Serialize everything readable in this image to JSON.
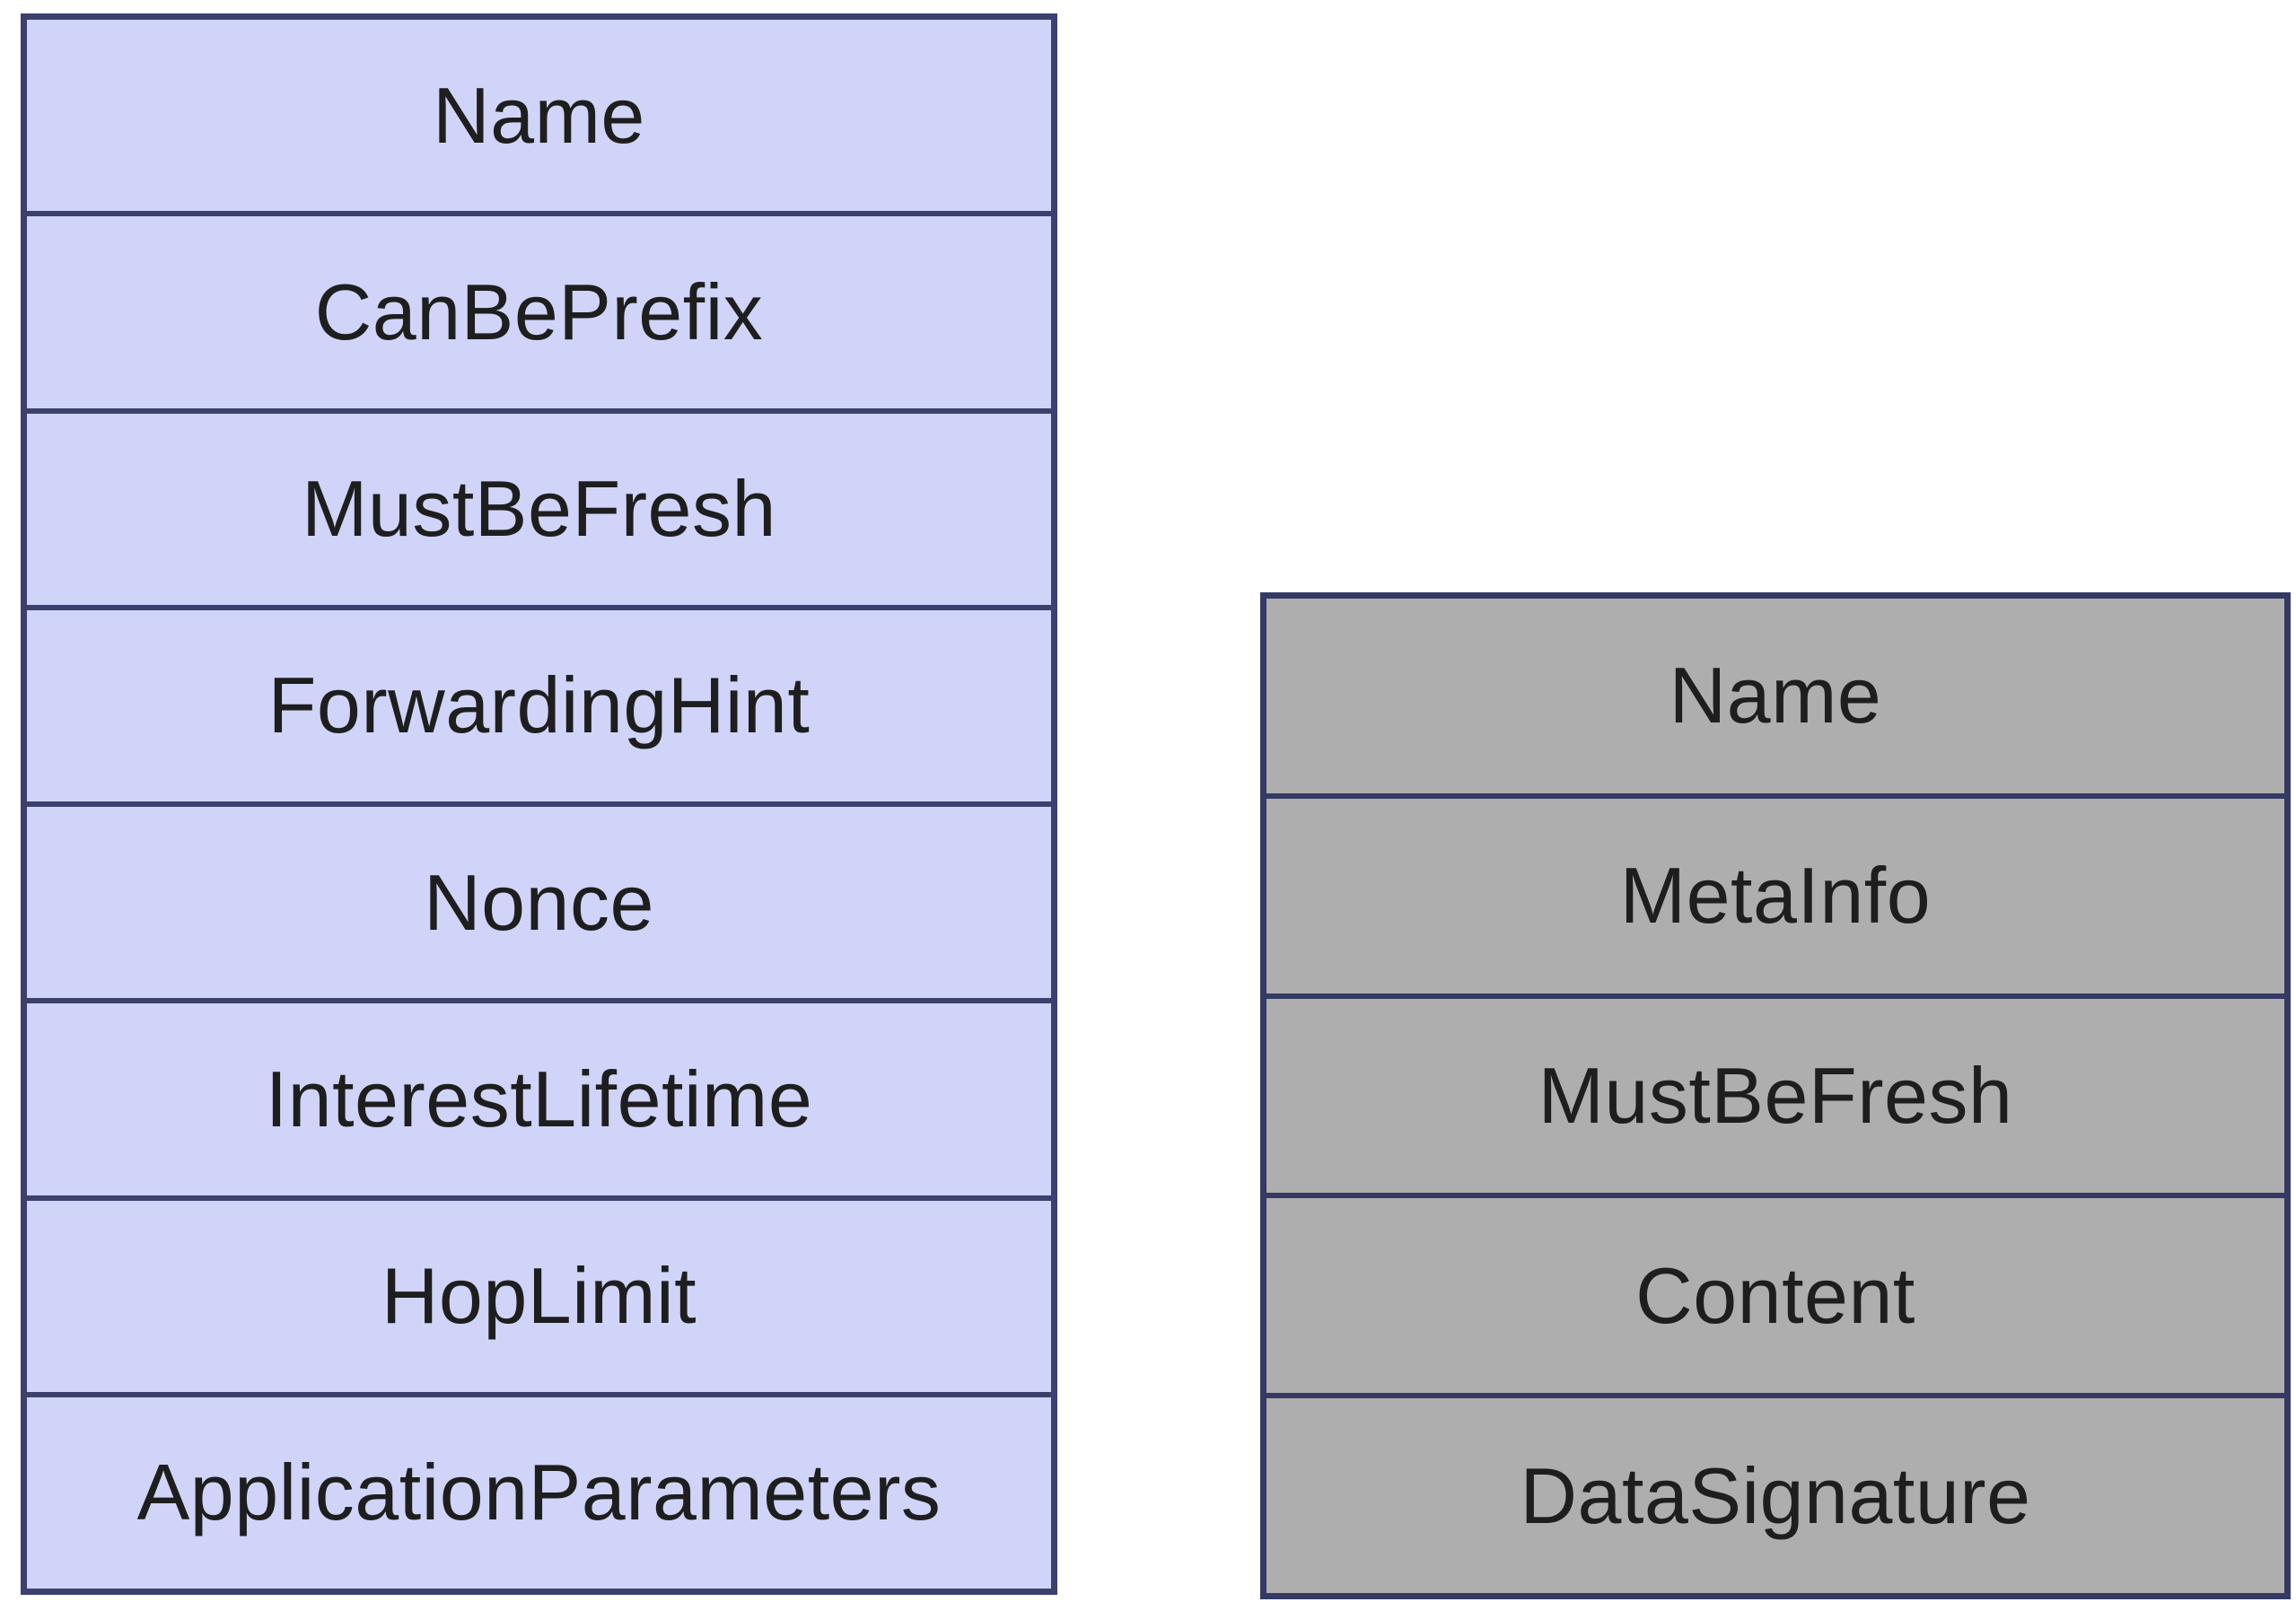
{
  "left_table": {
    "fields": [
      "Name",
      "CanBePrefix",
      "MustBeFresh",
      "ForwardingHint",
      "Nonce",
      "InterestLifetime",
      "HopLimit",
      "ApplicationParameters"
    ]
  },
  "right_table": {
    "fields": [
      "Name",
      "MetaInfo",
      "MustBeFresh",
      "Content",
      "DataSignature"
    ]
  },
  "colors": {
    "left_fill": "#d0d4f8",
    "left_border": "#3c406e",
    "right_fill": "#aeaeae",
    "right_border": "#343a63",
    "text": "#1e1e1e",
    "background": "#ffffff"
  }
}
